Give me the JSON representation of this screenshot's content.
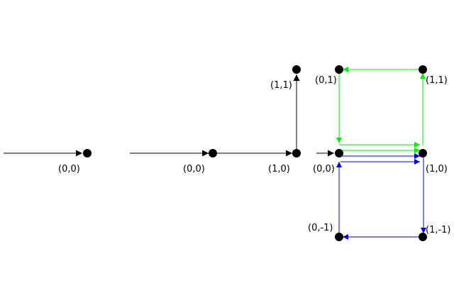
{
  "colors": {
    "line": "#000000",
    "green": "#00ee00",
    "blue": "#0000ee",
    "node": "#000000"
  },
  "labels": {
    "p1_origin": "(0,0)",
    "p2_origin": "(0,0)",
    "p2_right": "(1,0)",
    "p2_top": "(1,1)",
    "p3_origin": "(0,0)",
    "p3_top_left": "(0,1)",
    "p3_top_right": "(1,1)",
    "p3_right": "(1,0)",
    "p3_bottom_left": "(0,-1)",
    "p3_bottom_right": "(1,-1)"
  }
}
